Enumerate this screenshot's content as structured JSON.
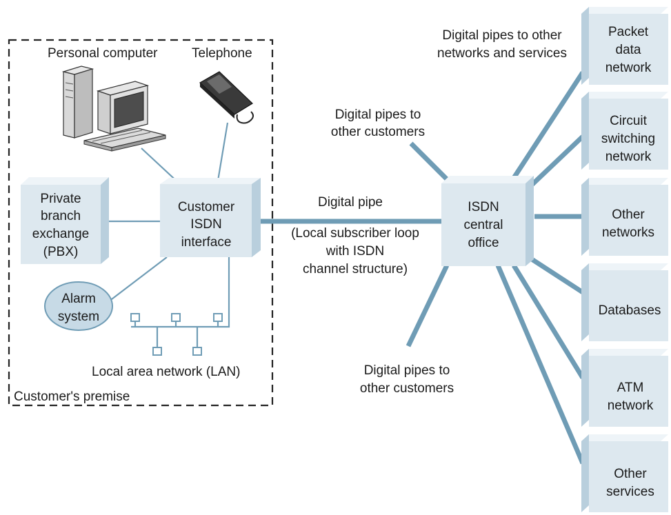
{
  "premise": {
    "label": "Customer's premise",
    "personal_computer": "Personal computer",
    "telephone": "Telephone",
    "pbx": [
      "Private",
      "branch",
      "exchange",
      "(PBX)"
    ],
    "customer_interface": [
      "Customer",
      "ISDN",
      "interface"
    ],
    "alarm": [
      "Alarm",
      "system"
    ],
    "lan": "Local area network (LAN)"
  },
  "center": {
    "digital_pipe": "Digital pipe",
    "loop_note": [
      "(Local subscriber loop",
      "with ISDN",
      "channel structure)"
    ],
    "central_office": [
      "ISDN",
      "central",
      "office"
    ],
    "pipes_customers_top": [
      "Digital pipes to",
      "other customers"
    ],
    "pipes_customers_bottom": [
      "Digital pipes to",
      "other customers"
    ],
    "pipes_networks": [
      "Digital pipes to other",
      "networks and services"
    ]
  },
  "networks": [
    [
      "Packet",
      "data",
      "network"
    ],
    [
      "Circuit",
      "switching",
      "network"
    ],
    [
      "Other",
      "networks"
    ],
    [
      "Databases"
    ],
    [
      "ATM",
      "network"
    ],
    [
      "Other",
      "services"
    ]
  ],
  "colors": {
    "pipe": "#6f9cb5",
    "box_front": "#dde8ef",
    "box_side": "#b9cfdd"
  }
}
